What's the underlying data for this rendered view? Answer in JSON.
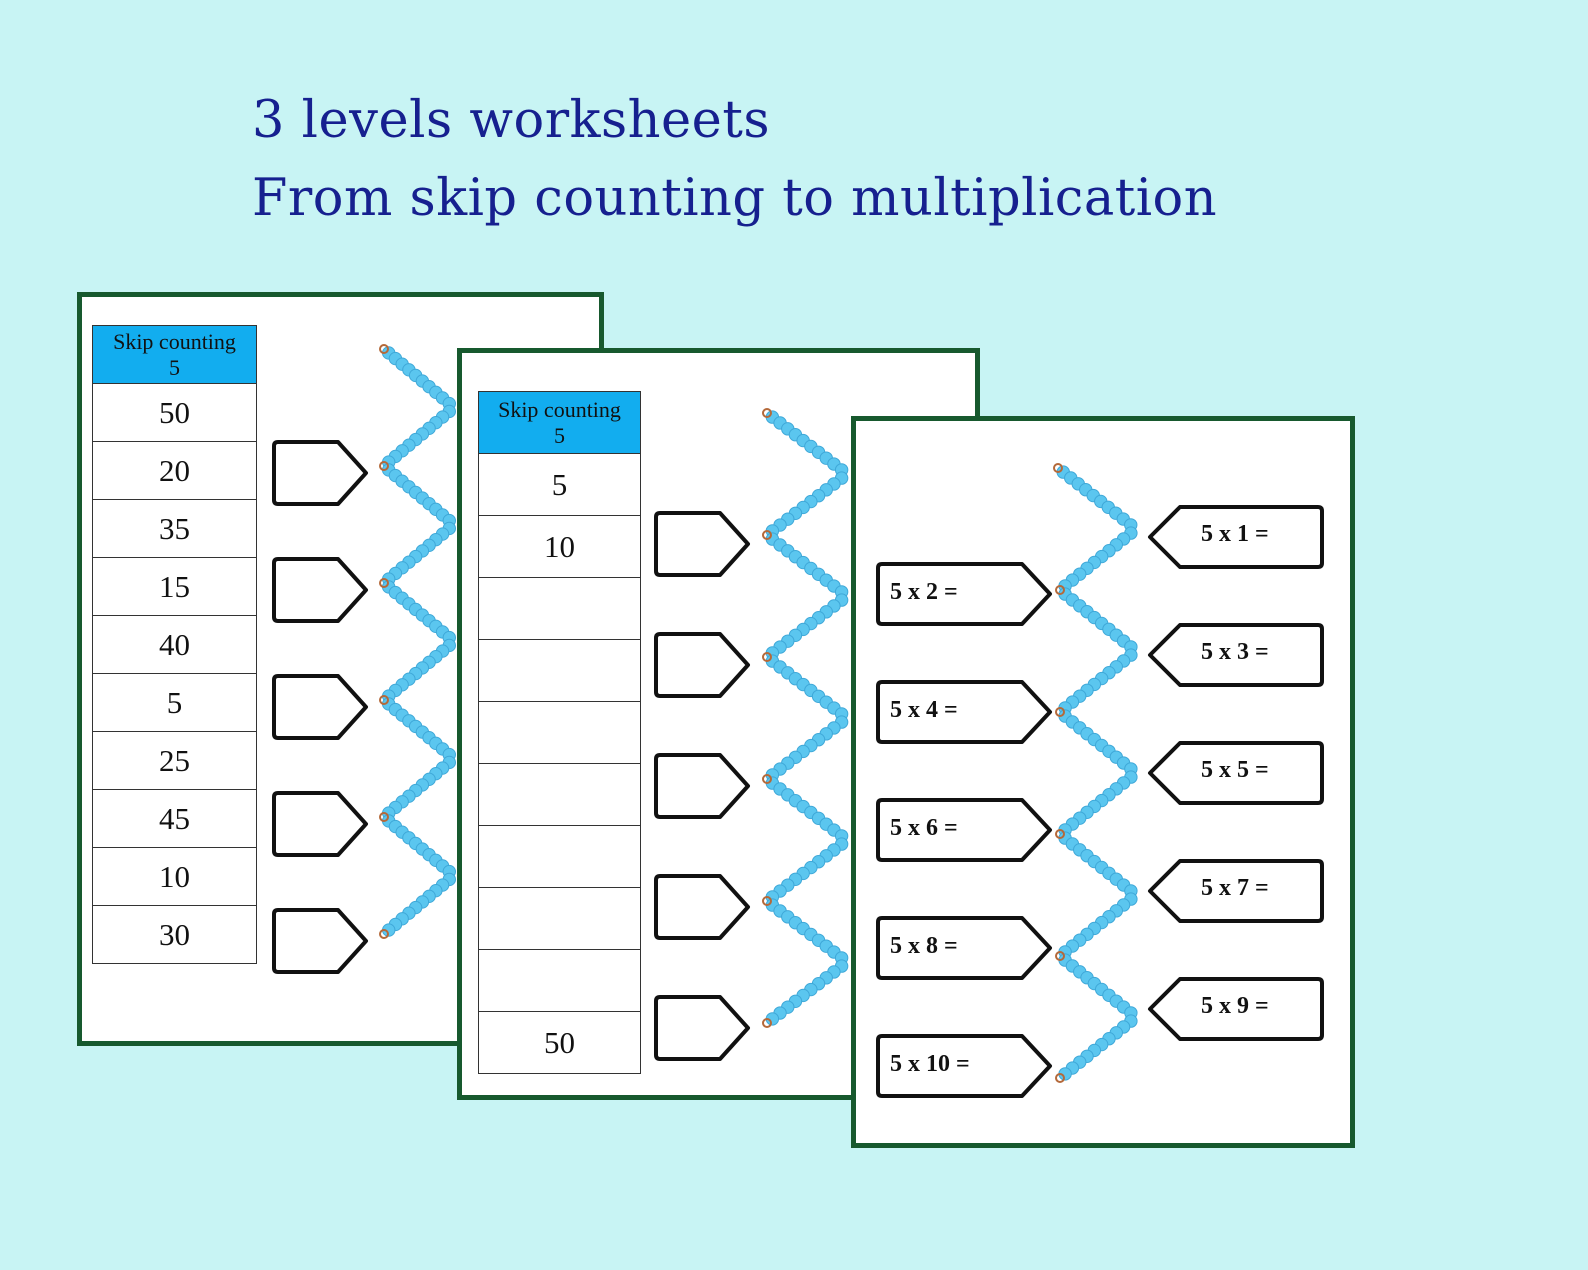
{
  "heading": {
    "line1": "3 levels worksheets",
    "line2": "From skip counting to multiplication"
  },
  "colors": {
    "background": "#c8f4f4",
    "title": "#16208f",
    "sheet_border": "#17592e",
    "table_header": "#12adef",
    "beads": "#5bc6ef",
    "bead_loop": "#b4693a"
  },
  "sheet1": {
    "table_header_line1": "Skip counting",
    "table_header_line2": "5",
    "values": [
      "50",
      "20",
      "35",
      "15",
      "40",
      "5",
      "25",
      "45",
      "10",
      "30"
    ],
    "blank_tags": 5
  },
  "sheet2": {
    "table_header_line1": "Skip counting",
    "table_header_line2": "5",
    "values": [
      "5",
      "10",
      "",
      "",
      "",
      "",
      "",
      "",
      "",
      "50"
    ],
    "blank_tags": 5
  },
  "sheet3": {
    "equations_right": [
      "5 x 1 =",
      "5 x 3 =",
      "5 x 5 =",
      "5 x 7 =",
      "5 x 9 ="
    ],
    "equations_left": [
      "5 x 2 =",
      "5 x 4 =",
      "5 x 6 =",
      "5 x 8 =",
      "5 x 10 ="
    ]
  }
}
